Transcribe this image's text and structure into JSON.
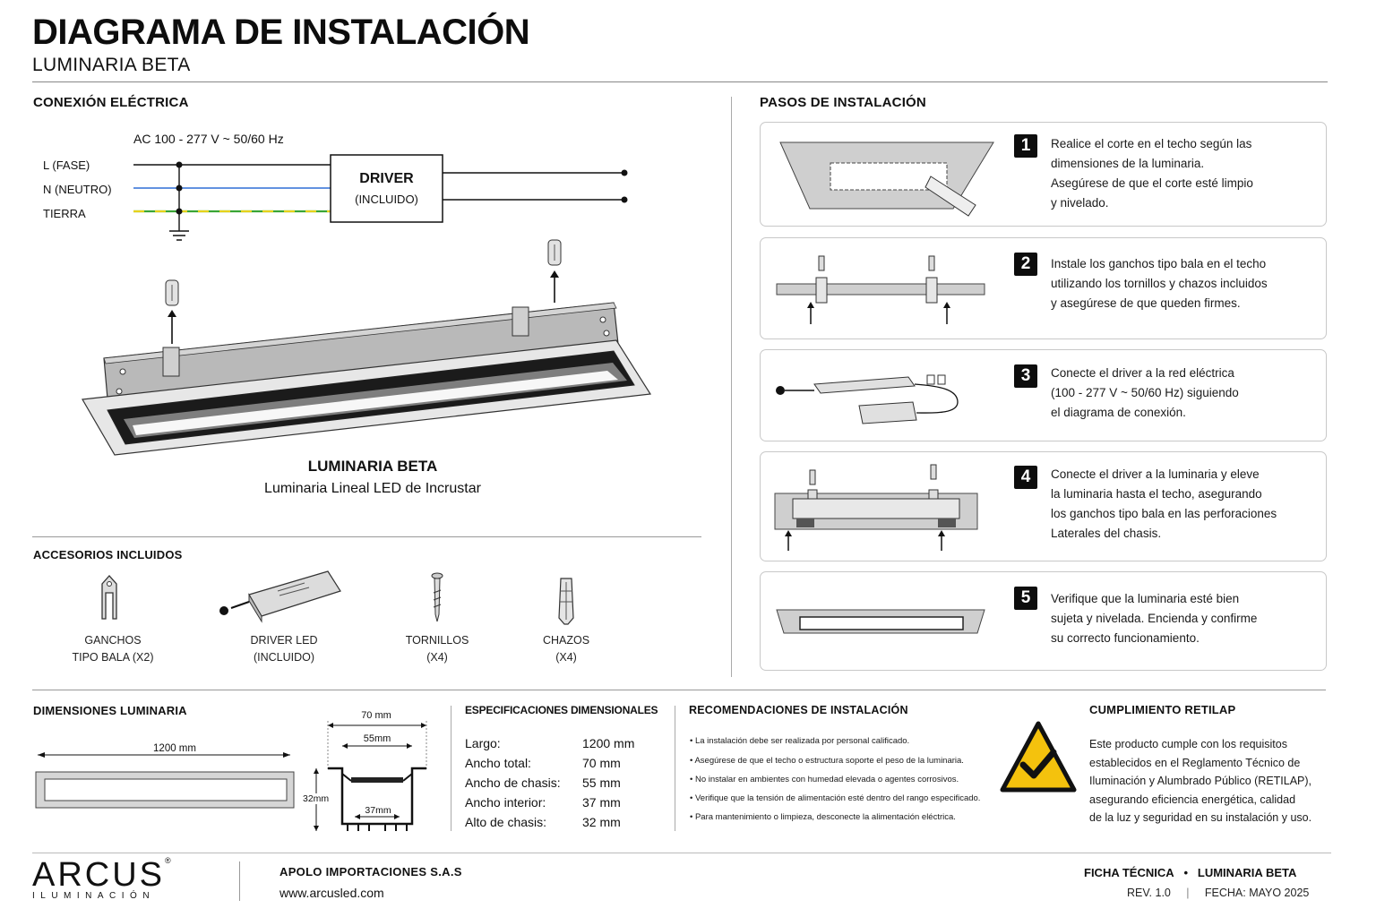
{
  "header": {
    "title": "DIAGRAMA DE INSTALACIÓN",
    "subtitle": "LUMINARIA BETA"
  },
  "electrical": {
    "heading": "CONEXIÓN ELÉCTRICA",
    "voltage": "AC 100 - 277 V ~ 50/60 Hz",
    "line_labels": [
      "L (FASE)",
      "N (NEUTRO)",
      "TIERRA"
    ],
    "driver_title": "DRIVER",
    "driver_sub": "(INCLUIDO)",
    "colors": {
      "phase": "#111111",
      "neutral": "#2f6fd6",
      "earth_green": "#3aa535",
      "earth_yellow": "#e6d21c"
    }
  },
  "product": {
    "name": "LUMINARIA BETA",
    "description": "Luminaria Lineal LED de Incrustar"
  },
  "accessories": {
    "heading": "ACCESORIOS INCLUIDOS",
    "items": [
      {
        "icon": "hook-clip-icon",
        "line1": "GANCHOS",
        "line2": "TIPO BALA (X2)"
      },
      {
        "icon": "led-driver-icon",
        "line1": "DRIVER LED",
        "line2": "(INCLUIDO)"
      },
      {
        "icon": "screw-icon",
        "line1": "TORNILLOS",
        "line2": "(X4)"
      },
      {
        "icon": "wall-plug-icon",
        "line1": "CHAZOS",
        "line2": "(X4)"
      }
    ]
  },
  "steps": {
    "heading": "PASOS DE INSTALACIÓN",
    "items": [
      {
        "number": "1",
        "lines": [
          "Realice el corte en el techo según las",
          "dimensiones de la luminaria.",
          "Asegúrese de que el corte esté limpio",
          "y nivelado."
        ]
      },
      {
        "number": "2",
        "lines": [
          "Instale los ganchos tipo bala en el techo",
          "utilizando los tornillos y chazos incluidos",
          "y asegúrese de que queden firmes."
        ]
      },
      {
        "number": "3",
        "lines": [
          "Conecte el driver a la red eléctrica",
          "(100 - 277 V ~ 50/60 Hz) siguiendo",
          "el diagrama de conexión."
        ]
      },
      {
        "number": "4",
        "lines": [
          "Conecte el driver a la luminaria y eleve",
          "la luminaria hasta el techo, asegurando",
          "los ganchos tipo bala en las perforaciones",
          "Laterales del chasis."
        ]
      },
      {
        "number": "5",
        "lines": [
          "Verifique que la luminaria esté bien",
          "sujeta y nivelada. Encienda y confirme",
          "su correcto funcionamiento."
        ]
      }
    ]
  },
  "dimensions": {
    "heading": "DIMENSIONES LUMINARIA",
    "length_label": "1200 mm",
    "width_total_label": "70 mm",
    "width_chassis_label": "55mm",
    "height_label": "32mm",
    "width_inner_label": "37mm"
  },
  "specs": {
    "heading": "ESPECIFICACIONES DIMENSIONALES",
    "rows": [
      {
        "label": "Largo:",
        "value": "1200 mm"
      },
      {
        "label": "Ancho total:",
        "value": "70 mm"
      },
      {
        "label": "Ancho de chasis:",
        "value": "55 mm"
      },
      {
        "label": "Ancho interior:",
        "value": "37 mm"
      },
      {
        "label": "Alto de chasis:",
        "value": "32 mm"
      }
    ]
  },
  "recommendations": {
    "heading": "RECOMENDACIONES DE INSTALACIÓN",
    "items": [
      "La instalación debe ser realizada por personal calificado.",
      "Asegúrese de que el techo o estructura soporte el peso de la luminaria.",
      "No instalar en ambientes con humedad elevada o agentes corrosivos.",
      "Verifique que la tensión de alimentación esté dentro del rango especificado.",
      "Para mantenimiento o limpieza, desconecte la alimentación eléctrica."
    ]
  },
  "retilap": {
    "heading": "CUMPLIMIENTO RETILAP",
    "lines": [
      "Este producto cumple con los requisitos",
      "establecidos en el Reglamento Técnico de",
      "Iluminación y Alumbrado Público (RETILAP),",
      "asegurando eficiencia energética, calidad",
      "de la luz y seguridad en su instalación y uso."
    ],
    "badge_color": "#f4c20d"
  },
  "footer": {
    "brand": "ARCUS",
    "brand_mark": "®",
    "brand_sub": "ILUMINACIÓN",
    "company": "APOLO IMPORTACIONES S.A.S",
    "website": "www.arcusled.com",
    "doc_type": "FICHA TÉCNICA",
    "separator": "•",
    "doc_product": "LUMINARIA BETA",
    "revision": "REV. 1.0",
    "pipe": "|",
    "date": "FECHA: MAYO 2025"
  }
}
